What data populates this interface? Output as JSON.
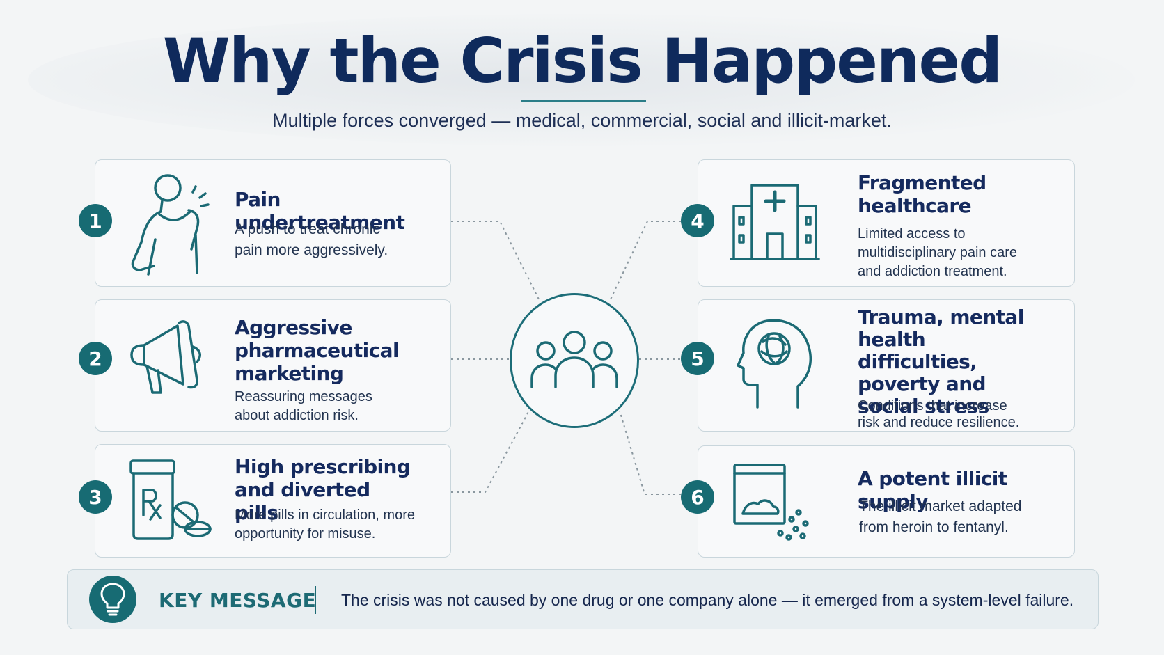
{
  "header": {
    "title": "Why the Crisis Happened",
    "subtitle": "Multiple forces converged — medical, commercial, social and illicit-market."
  },
  "factors": [
    {
      "number": "1",
      "heading": "Pain undertreatment",
      "description": "A push to treat chronic pain more aggressively.",
      "icon": "person-pain-icon"
    },
    {
      "number": "2",
      "heading": "Aggressive pharmaceutical marketing",
      "description": "Reassuring messages about addiction risk.",
      "icon": "megaphone-icon"
    },
    {
      "number": "3",
      "heading": "High prescribing and diverted pills",
      "description": "More pills in circulation, more opportunity for misuse.",
      "icon": "pill-bottle-rx-icon"
    },
    {
      "number": "4",
      "heading": "Fragmented healthcare",
      "description": "Limited access to multidisciplinary pain care and addiction treatment.",
      "icon": "hospital-icon"
    },
    {
      "number": "5",
      "heading": "Trauma, mental health difficulties, poverty and social stress",
      "description": "Conditions that increase risk and reduce resilience.",
      "icon": "head-brain-icon"
    },
    {
      "number": "6",
      "heading": "A potent illicit supply",
      "description": "The illicit market adapted from heroin to fentanyl.",
      "icon": "powder-bag-icon"
    }
  ],
  "hub": {
    "icon": "people-group-icon"
  },
  "key_message": {
    "label": "KEY MESSAGE",
    "text": "The crisis was not caused by one drug or one company alone — it emerged from a system-level failure.",
    "icon": "lightbulb-icon"
  },
  "colors": {
    "navy": "#0f2a5c",
    "teal": "#176b73",
    "card_border": "#c9d6dc"
  }
}
